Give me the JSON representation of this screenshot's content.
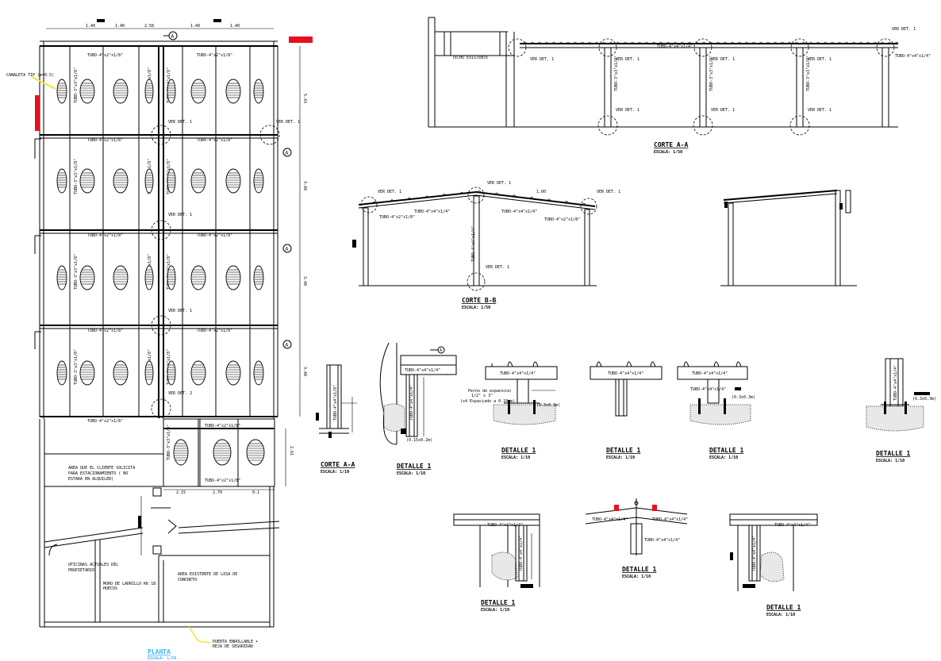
{
  "plan": {
    "title": "PLANTA",
    "scale": "ESCALA: 1/50",
    "gutter_label": "CANALETA TIP (e=0.5)",
    "tube_h1": "TUBO-4\"x2\"x1/8\"",
    "tube_h2": "TUBO-4\"x4\"x1/4\"",
    "tube_v": "TUBO-3\"x3\"x1/8\"",
    "ver_det": "VER DET. 1",
    "ver_det2": "VER DET. 2",
    "dim_top": [
      "1.40",
      "1.40",
      "2.58",
      "1.40",
      "1.40"
    ],
    "dim_side": [
      "5.43",
      "3.48",
      "3.48",
      "3.48"
    ],
    "dim_lower": [
      "2.15",
      "2.70",
      "0.1"
    ],
    "dim_lower_side": "2.61",
    "parking_note": [
      "AREA QUE EL CLIENTE SOLICITA",
      "PARA ESTACIONAMIENTO ( NO",
      "ESTARA EN ALQUILER)"
    ],
    "office_note": [
      "OFICINAS ACTUALES DEL",
      "PROPIETARIO"
    ],
    "wall_note": [
      "MURO DE LADRILLO KK 18",
      "HUECOS"
    ],
    "slab_note": [
      "AREA EXISTENTE DE LOSA DE",
      "CONCRETO"
    ],
    "gate_note": [
      "PUERTA ENROLLABLE +",
      "REJA DE SEGURIDAD"
    ],
    "section_mark": "A"
  },
  "corte_aa": {
    "title": "CORTE A-A",
    "scale": "ESCALA: 1/50",
    "existing_roof": "TECHO EXISTENTE",
    "tube_label": "TUBO-4\"x4\"x1/4\"",
    "ver_det": "VER DET. 1"
  },
  "corte_bb": {
    "title": "CORTE B-B",
    "scale": "ESCALA: 1/50",
    "tube_label": "TUBO-4\"x4\"x1/4\"",
    "tube_label2": "TUBO-4\"x2\"x1/8\"",
    "ver_det": "VER DET. 1",
    "ridge": "1.00"
  },
  "details": {
    "corte_aa_small": {
      "title": "CORTE A-A",
      "scale": "ESCALA: 1/10",
      "tube": "TUBO-4\"x4\"x1/8\""
    },
    "d1": {
      "title": "DETALLE 1",
      "scale": "ESCALA: 1/10",
      "tube": "TUBO-4\"x4\"x1/4\"",
      "dim": "(0.15x0.2m)"
    },
    "d2": {
      "title": "DETALLE 1",
      "scale": "ESCALA: 1/10",
      "tube": "TUBO-4\"x4\"x1/4\"",
      "note": [
        "Perno de expansion",
        "1/2\" x 3\"",
        "(x4 Espaciado a 0.10 m)"
      ],
      "dim": "(0.3x0.3m)"
    },
    "d3": {
      "title": "DETALLE 1",
      "scale": "ESCALA: 1/10",
      "tube": "TUBO-4\"x4\"x1/4\""
    },
    "d4": {
      "title": "DETALLE 1",
      "scale": "ESCALA: 1/10",
      "tube": "TUBO-4\"x4\"x1/4\"",
      "dim": "(0.3x0.3m)"
    },
    "d5": {
      "title": "DETALLE 1",
      "scale": "ESCALA: 1/10",
      "tube": "TUBO-4\"x4\"x1/4\"",
      "dim": "(0.3x0.3m)"
    },
    "d6": {
      "title": "DETALLE 1",
      "scale": "ESCALA: 1/10",
      "tube": "TUBO-4\"x4\"x1/4\""
    },
    "d7": {
      "title": "DETALLE 1",
      "scale": "ESCALA: 1/10",
      "tube": "TUBO-4\"x4\"x1/4\"",
      "tube2": "TUBO-4\"x4\"x1/4\""
    },
    "d8": {
      "title": "DETALLE 1",
      "scale": "ESCALA: 1/10",
      "tube": "TUBO-4\"x4\"x1/4\""
    }
  },
  "colors": {
    "line": "#000000",
    "accent_red": "#e8101c",
    "accent_yellow": "#f2e230",
    "accent_cyan": "#3ab6ff"
  }
}
